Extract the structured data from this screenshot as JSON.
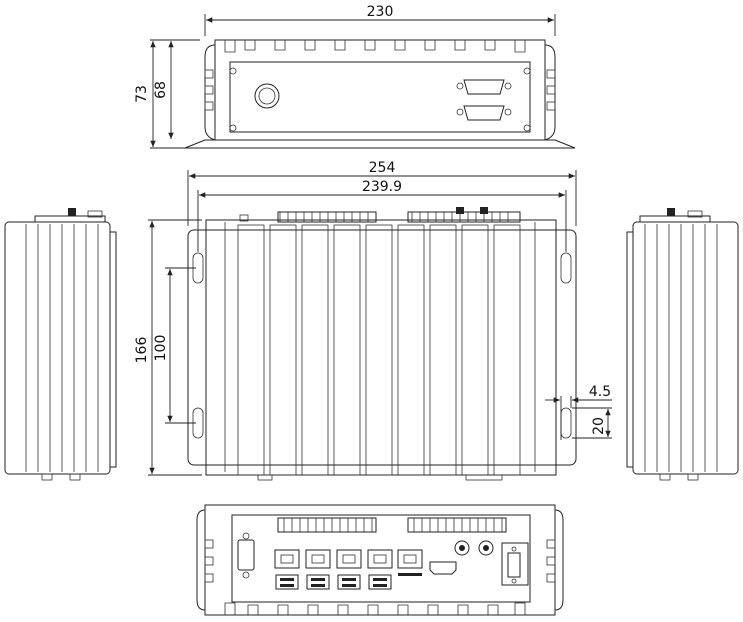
{
  "dimensions": {
    "top_width": "230",
    "top_height_outer": "73",
    "top_height_inner": "68",
    "front_width_outer": "254",
    "front_width_inner": "239.9",
    "front_height": "166",
    "mount_spacing": "100",
    "slot_width": "4.5",
    "slot_length": "20"
  }
}
